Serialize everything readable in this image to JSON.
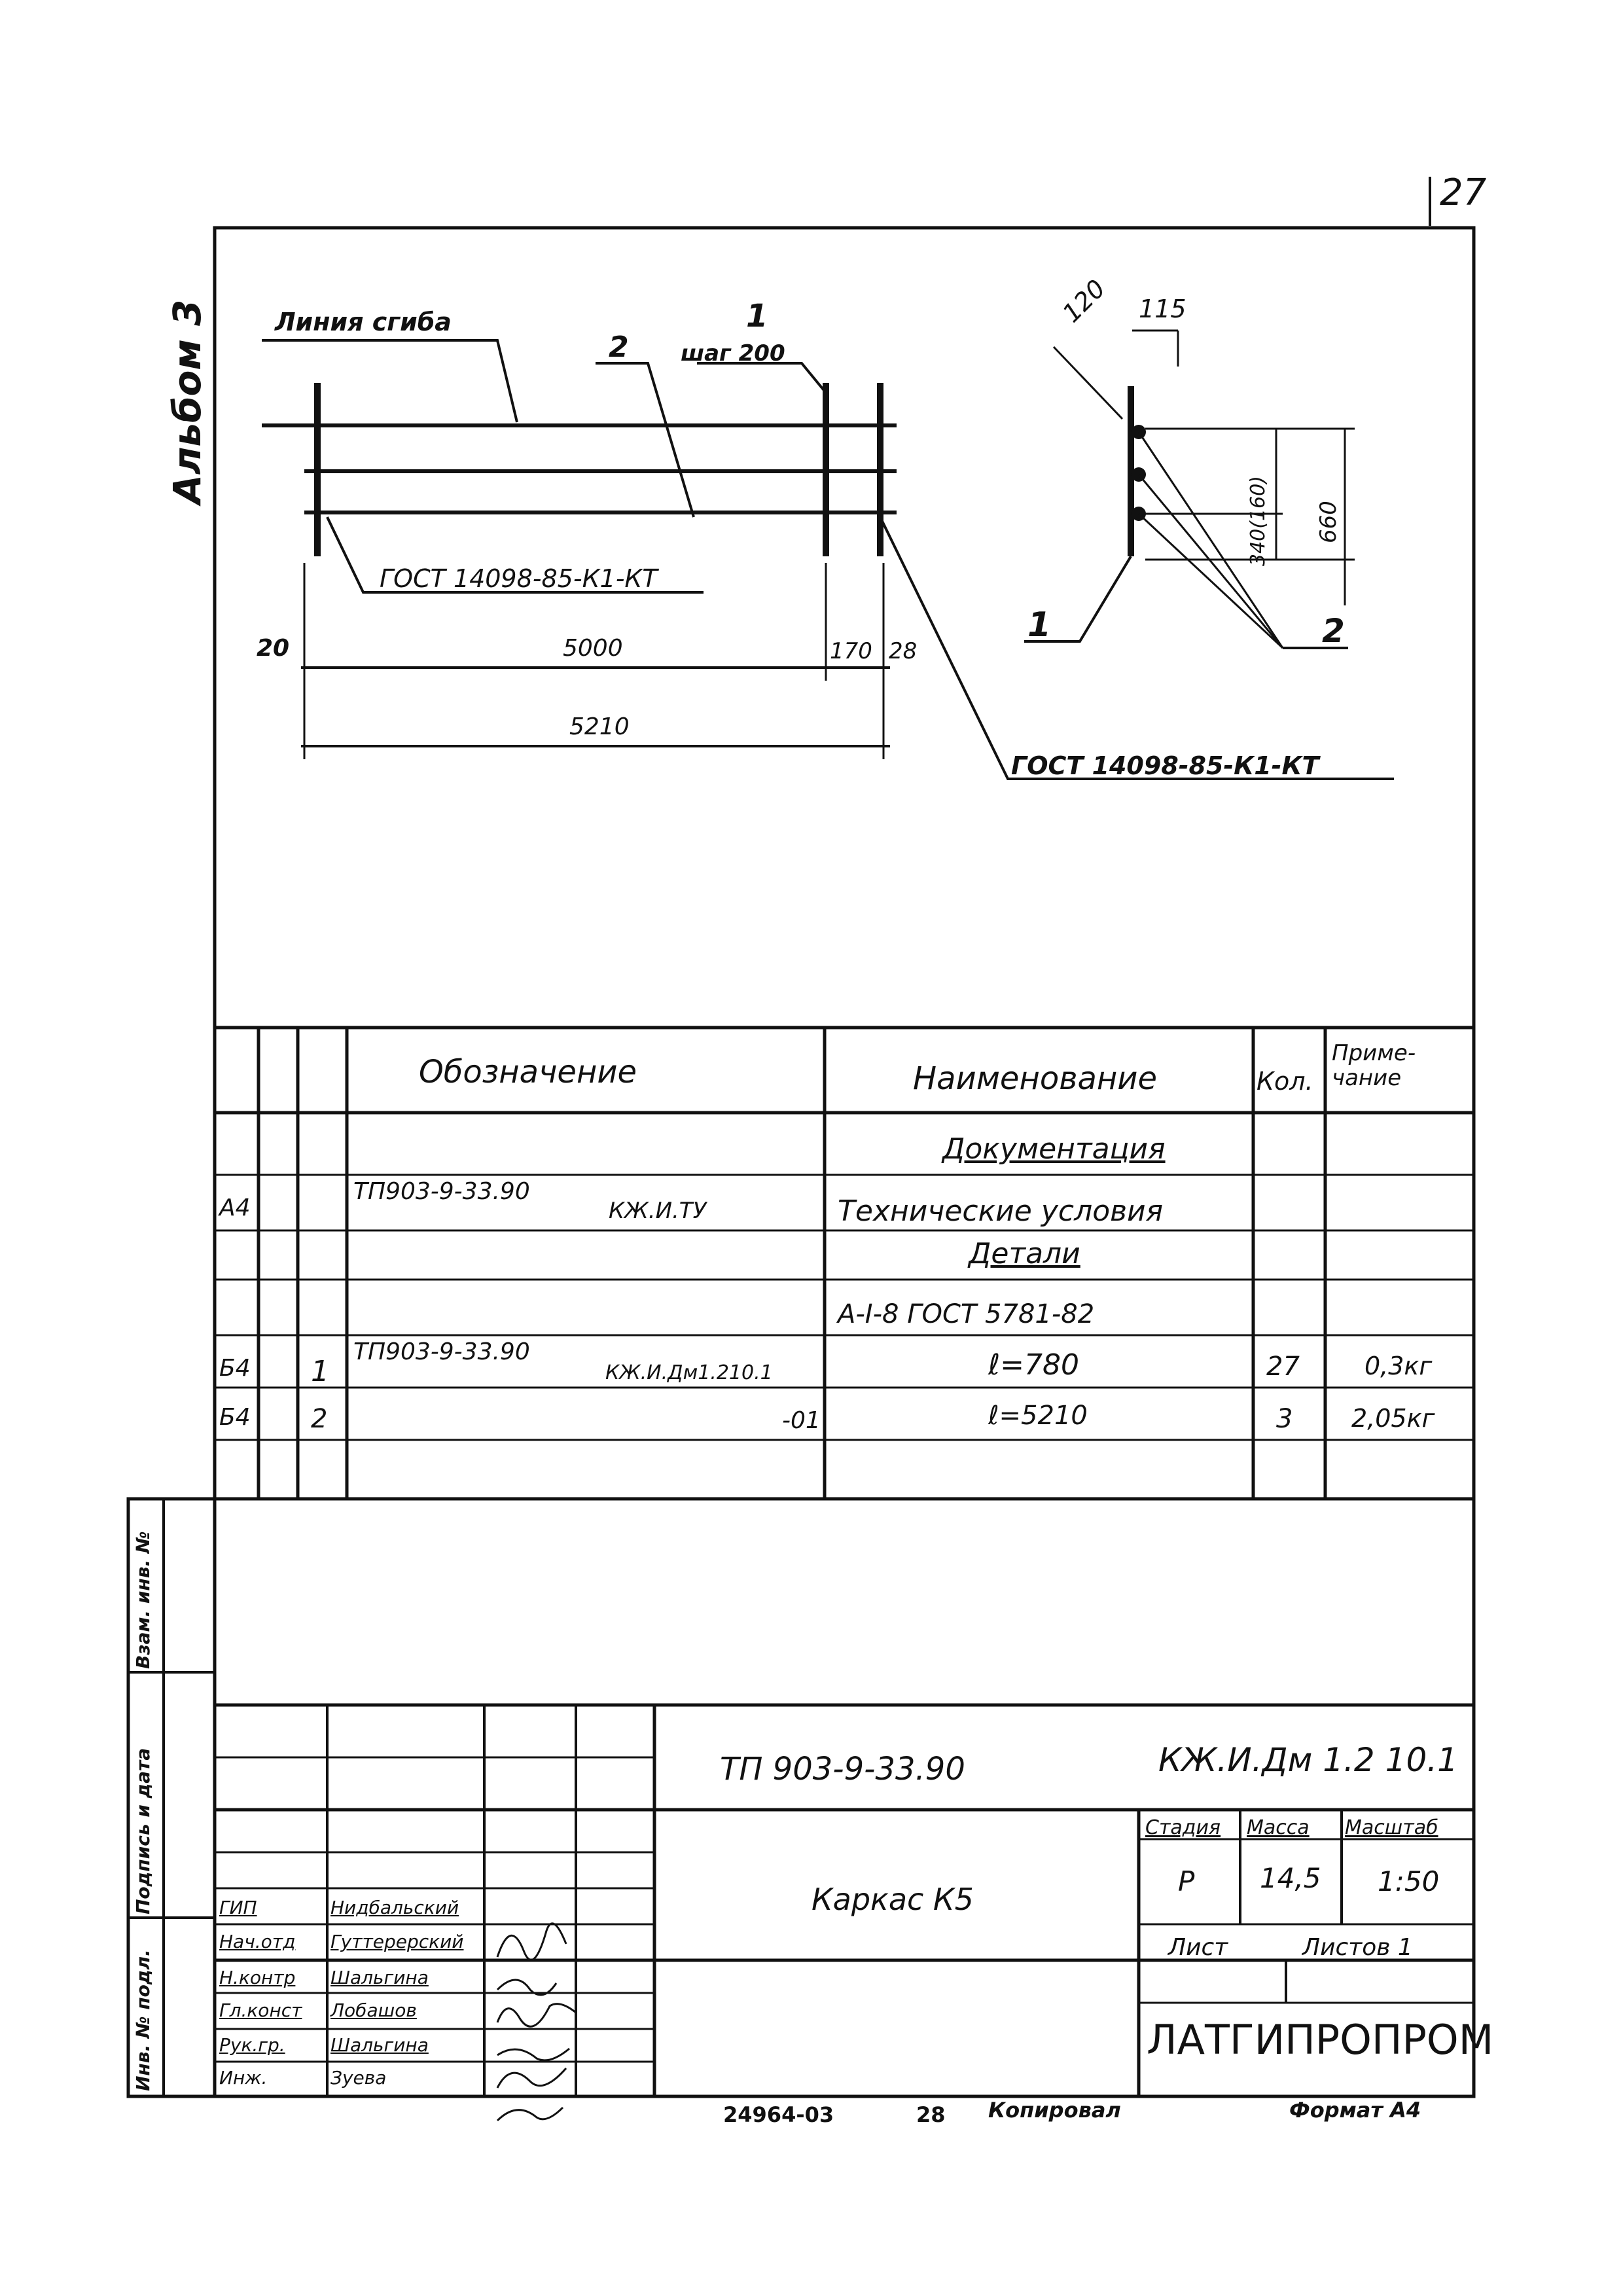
{
  "page_number": "27",
  "album": "Альбом 3",
  "drawing": {
    "bend_line_label": "Линия сгиба",
    "pos_2": "2",
    "pos_1": "1",
    "pitch": "шаг 200",
    "gost_left": "ГОСТ 14098-85-К1-КТ",
    "gost_right": "ГОСТ 14098-85-К1-КТ",
    "dim_20": "20",
    "dim_5000": "5000",
    "dim_170": "170",
    "dim_28": "28",
    "dim_5210": "5210",
    "section": {
      "dim_120": "120",
      "dim_115": "115",
      "dim_340": "340(160)",
      "dim_660": "660",
      "pos_1": "1",
      "pos_2": "2"
    }
  },
  "spec": {
    "headers": {
      "designation": "Обозначение",
      "name": "Наименование",
      "qty": "Кол.",
      "note": "Приме-\nчание"
    },
    "rows": [
      {
        "format": "",
        "pos": "",
        "designation": "",
        "designation_suffix": "",
        "name": "Документация",
        "qty": "",
        "note": ""
      },
      {
        "format": "А4",
        "pos": "",
        "designation": "ТП903-9-33.90",
        "designation_suffix": "КЖ.И.ТУ",
        "name": "Технические условия",
        "qty": "",
        "note": ""
      },
      {
        "format": "",
        "pos": "",
        "designation": "",
        "designation_suffix": "",
        "name": "Детали",
        "qty": "",
        "note": ""
      },
      {
        "format": "",
        "pos": "",
        "designation": "",
        "designation_suffix": "",
        "name": "А-Ӏ-8 ГОСТ 5781-82",
        "qty": "",
        "note": ""
      },
      {
        "format": "Б4",
        "pos": "1",
        "designation": "ТП903-9-33.90",
        "designation_suffix": "КЖ.И.Дм1.210.1",
        "name": "ℓ=780",
        "qty": "27",
        "note": "0,3кг"
      },
      {
        "format": "Б4",
        "pos": "2",
        "designation": "",
        "designation_suffix": "-01",
        "name": "ℓ=5210",
        "qty": "3",
        "note": "2,05кг"
      }
    ]
  },
  "side_stamp": {
    "inv_orig": "Инв. № подл.",
    "sign_date": "Подпись и дата",
    "vzam_inv": "Взам. инв. №"
  },
  "title_block": {
    "project_code": "ТП 903-9-33.90",
    "doc_code": "КЖ.И.Дм 1.2 10.1",
    "title": "Каркас К5",
    "stage_label": "Стадия",
    "mass_label": "Масса",
    "scale_label": "Масштаб",
    "stage": "Р",
    "mass": "14,5",
    "scale": "1:50",
    "sheet_label": "Лист",
    "sheets_label": "Листов 1",
    "organization": "ЛАТГИПРОПРОМ",
    "roles": [
      {
        "role": "ГИП",
        "name": "Нидбальский"
      },
      {
        "role": "Нач.отд",
        "name": "Гуттерерский"
      },
      {
        "role": "Н.контр",
        "name": "Шальгина"
      },
      {
        "role": "Гл.конст",
        "name": "Лобашов"
      },
      {
        "role": "Рук.гр.",
        "name": "Шальгина"
      },
      {
        "role": "Инж.",
        "name": "Зуева"
      }
    ]
  },
  "footer": {
    "archive_no": "24964-03",
    "sheet_no": "28",
    "copied": "Копировал",
    "format": "Формат А4"
  }
}
